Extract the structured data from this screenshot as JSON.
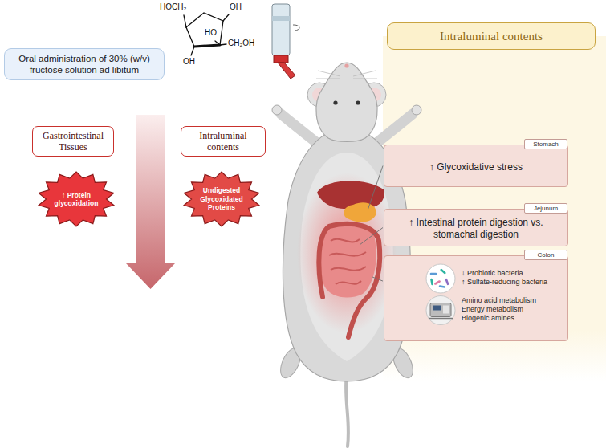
{
  "diagram": {
    "nodes": [
      {
        "text": [
          "Oral administration of 30% (w/v) fructose solution ad libitum"
        ]
      },
      {
        "text": [
          "Gastrointestinal Tissues"
        ]
      },
      {
        "text": [
          "Intraluminal contents"
        ]
      },
      {
        "text": [
          "↑ Protein glycoxidation"
        ]
      },
      {
        "text": [
          "Undigested Glycoxidated Proteins"
        ]
      },
      {
        "text": [
          "Intraluminal contents"
        ]
      },
      {
        "text": [
          "↑ Glycoxidative stress"
        ]
      },
      {
        "text": [
          "Stomach"
        ],
        "in": 6
      },
      {
        "text": [
          "↑ Intestinal protein digestion vs. stomachal digestion"
        ]
      },
      {
        "text": [
          "Jejunum"
        ],
        "in": 8
      },
      {
        "text": [
          "↓ Probiotic bacteria",
          "↑ Sulfate-reducing bacteria",
          "Amino acid metabolism",
          "Energy metabolism",
          "Biogenic amines"
        ]
      },
      {
        "text": [
          "Colon"
        ],
        "in": 10
      }
    ],
    "labels": [
      "HOCH₂",
      "OH",
      "HO",
      "CH₂OH",
      "OH"
    ]
  }
}
